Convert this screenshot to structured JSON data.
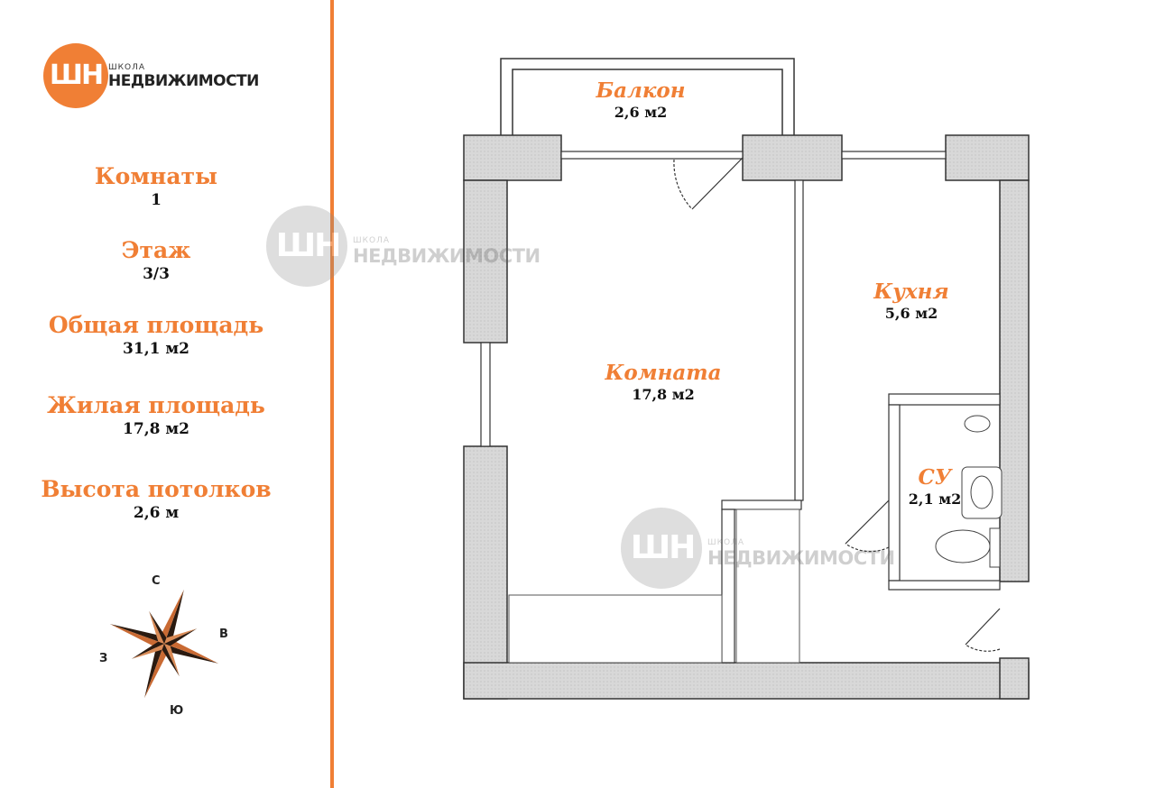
{
  "logo": {
    "monogram": "ШН",
    "subtitle": "ШКОЛА",
    "title": "НЕДВИЖИМОСТИ"
  },
  "stats": [
    {
      "label": "Комнаты",
      "value": "1"
    },
    {
      "label": "Этаж",
      "value": "3/3"
    },
    {
      "label": "Общая площадь",
      "value": "31,1 м2"
    },
    {
      "label": "Жилая площадь",
      "value": "17,8 м2"
    },
    {
      "label": "Высота потолков",
      "value": "2,6 м"
    }
  ],
  "compass": {
    "north": "С",
    "east": "В",
    "west": "З",
    "south": "Ю"
  },
  "rooms": {
    "balcony": {
      "name": "Балкон",
      "area": "2,6 м2"
    },
    "kitchen": {
      "name": "Кухня",
      "area": "5,6 м2"
    },
    "room": {
      "name": "Комната",
      "area": "17,8 м2"
    },
    "bathroom": {
      "name": "СУ",
      "area": "2,1 м2"
    }
  },
  "colors": {
    "accent": "#f07f35",
    "wall": "#d6d6d6",
    "wall_stroke": "#333333"
  }
}
